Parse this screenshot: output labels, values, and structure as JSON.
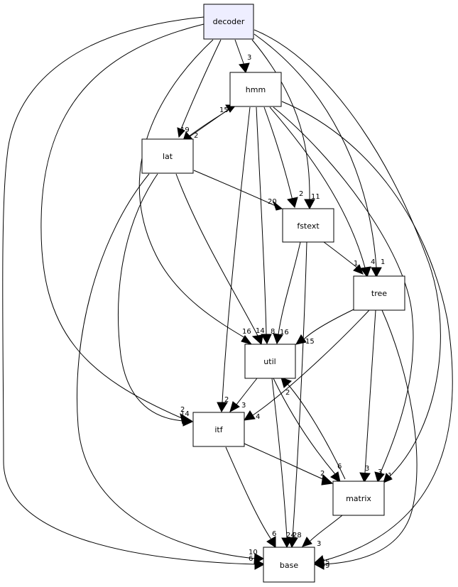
{
  "colors": {
    "focus_fill": "#eeeeff",
    "node_fill": "#ffffff",
    "stroke": "#000000"
  },
  "nodes": {
    "decoder": "decoder",
    "hmm": "hmm",
    "lat": "lat",
    "fstext": "fstext",
    "tree": "tree",
    "util": "util",
    "itf": "itf",
    "matrix": "matrix",
    "base": "base"
  },
  "edges": {
    "decoder_hmm": "3",
    "decoder_lat": "19",
    "hmm_lat": "2",
    "lat_hmm": "15",
    "hmm_fstext": "2",
    "decoder_fstext": "11",
    "lat_fstext": "20",
    "hmm_tree": "4",
    "decoder_tree": "1",
    "fstext_tree": "1",
    "decoder_util": "16",
    "lat_util": "14",
    "hmm_util": "8",
    "fstext_util": "16",
    "tree_util": "15",
    "decoder_itf": "14",
    "lat_itf": "2",
    "util_itf": "3",
    "hmm_itf": "2",
    "tree_itf": "4",
    "util_matrix": "2",
    "itf_matrix": "2",
    "matrix_util": "6",
    "hmm_matrix": "3",
    "tree_matrix": "3",
    "decoder_matrix": "1",
    "itf_base": "6",
    "util_base": "24",
    "fstext_base": "28",
    "matrix_base": "3",
    "decoder_base": "10",
    "lat_base": "6",
    "hmm_base": "5",
    "tree_base": "9"
  }
}
